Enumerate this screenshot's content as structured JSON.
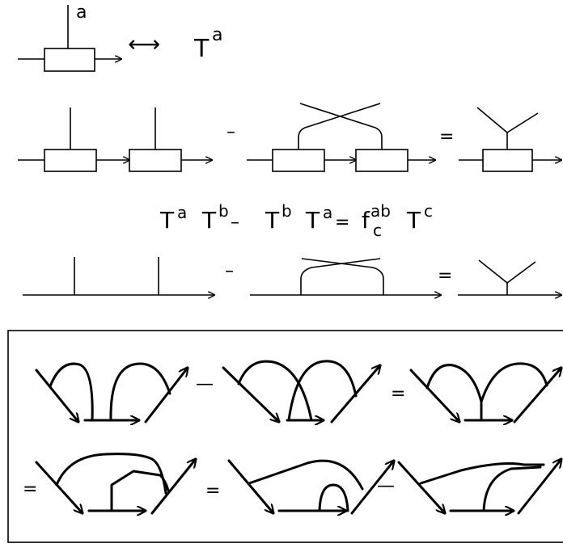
{
  "row1": {
    "index_label": "a",
    "correspondence_symbol": "⟷",
    "generator_symbol": "T",
    "generator_index": "a"
  },
  "row2": {
    "minus": "–",
    "equals": "="
  },
  "equation": {
    "t1": "T",
    "t1_sup": "a",
    "t2": "T",
    "t2_sup": "b",
    "minus": "–",
    "t3": "T",
    "t3_sup": "b",
    "t4": "T",
    "t4_sup": "a",
    "equals": "=",
    "f": "f",
    "f_sup": "ab",
    "f_sub": "c",
    "t5": "T",
    "t5_sup": "c"
  },
  "row3": {
    "minus": "–",
    "equals": "="
  },
  "boxed": {
    "row1_minus": "—",
    "row1_equals": "=",
    "row2_equals_a": "=",
    "row2_equals_b": "=",
    "row2_minus": "—"
  }
}
